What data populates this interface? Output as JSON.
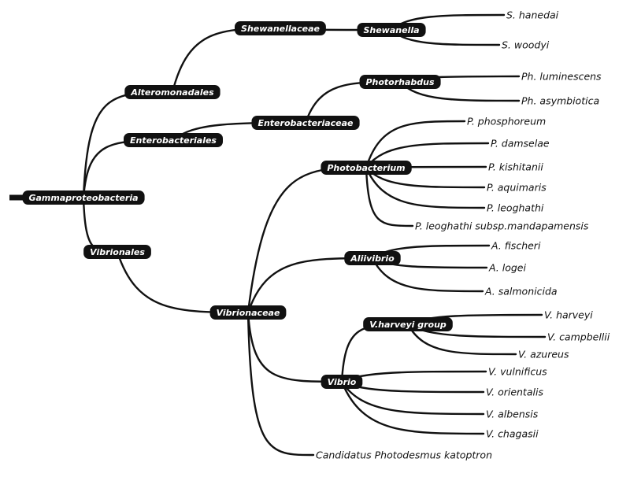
{
  "colors": {
    "line": "#111111",
    "pill": "#111111",
    "pill_text": "#ffffff",
    "leaf_text": "#111111",
    "background": "#ffffff"
  },
  "tree": {
    "nodes": [
      {
        "id": "gamma",
        "label": "Gammaproteobacteria",
        "kind": "pill"
      },
      {
        "id": "altero",
        "label": "Alteromonadales",
        "kind": "pill"
      },
      {
        "id": "entero",
        "label": "Enterobacteriales",
        "kind": "pill"
      },
      {
        "id": "vibrionales",
        "label": "Vibrionales",
        "kind": "pill"
      },
      {
        "id": "shewaceae",
        "label": "Shewanellaceae",
        "kind": "pill"
      },
      {
        "id": "shewanella",
        "label": "Shewanella",
        "kind": "pill"
      },
      {
        "id": "enteroceae",
        "label": "Enterobacteriaceae",
        "kind": "pill"
      },
      {
        "id": "photorhabdus",
        "label": "Photorhabdus",
        "kind": "pill"
      },
      {
        "id": "vibrionaceae",
        "label": "Vibrionaceae",
        "kind": "pill"
      },
      {
        "id": "photobacterium",
        "label": "Photobacterium",
        "kind": "pill"
      },
      {
        "id": "aliivibrio",
        "label": "Aliivibrio",
        "kind": "pill"
      },
      {
        "id": "vibrio",
        "label": "Vibrio",
        "kind": "pill"
      },
      {
        "id": "vharveyi",
        "label": "V.harveyi group",
        "kind": "pill"
      },
      {
        "id": "s_hanedai",
        "label": "S. hanedai",
        "kind": "leaf"
      },
      {
        "id": "s_woodyi",
        "label": "S. woodyi",
        "kind": "leaf"
      },
      {
        "id": "ph_lum",
        "label": "Ph. luminescens",
        "kind": "leaf"
      },
      {
        "id": "ph_asym",
        "label": "Ph. asymbiotica",
        "kind": "leaf"
      },
      {
        "id": "p_phos",
        "label": "P. phosphoreum",
        "kind": "leaf"
      },
      {
        "id": "p_dams",
        "label": "P. damselae",
        "kind": "leaf"
      },
      {
        "id": "p_kish",
        "label": "P. kishitanii",
        "kind": "leaf"
      },
      {
        "id": "p_aqui",
        "label": "P. aquimaris",
        "kind": "leaf"
      },
      {
        "id": "p_leog",
        "label": "P. leoghathi",
        "kind": "leaf"
      },
      {
        "id": "p_leog_m",
        "label": "P. leoghathi subsp.mandapamensis",
        "kind": "leaf"
      },
      {
        "id": "a_fisch",
        "label": "A. fischeri",
        "kind": "leaf"
      },
      {
        "id": "a_logei",
        "label": "A. logei",
        "kind": "leaf"
      },
      {
        "id": "a_salmo",
        "label": "A. salmonicida",
        "kind": "leaf"
      },
      {
        "id": "v_harv",
        "label": "V. harveyi",
        "kind": "leaf"
      },
      {
        "id": "v_camp",
        "label": "V. campbellii",
        "kind": "leaf"
      },
      {
        "id": "v_azur",
        "label": "V. azureus",
        "kind": "leaf"
      },
      {
        "id": "v_vuln",
        "label": "V. vulnificus",
        "kind": "leaf"
      },
      {
        "id": "v_orie",
        "label": "V. orientalis",
        "kind": "leaf"
      },
      {
        "id": "v_albe",
        "label": "V. albensis",
        "kind": "leaf"
      },
      {
        "id": "v_chag",
        "label": "V. chagasii",
        "kind": "leaf"
      },
      {
        "id": "cand",
        "label": "Candidatus Photodesmus katoptron",
        "kind": "leaf"
      }
    ],
    "edges": [
      [
        "gamma",
        "altero"
      ],
      [
        "gamma",
        "entero"
      ],
      [
        "gamma",
        "vibrionales"
      ],
      [
        "altero",
        "shewaceae"
      ],
      [
        "shewaceae",
        "shewanella"
      ],
      [
        "shewanella",
        "s_hanedai"
      ],
      [
        "shewanella",
        "s_woodyi"
      ],
      [
        "entero",
        "enteroceae"
      ],
      [
        "enteroceae",
        "photorhabdus"
      ],
      [
        "photorhabdus",
        "ph_lum"
      ],
      [
        "photorhabdus",
        "ph_asym"
      ],
      [
        "vibrionales",
        "vibrionaceae"
      ],
      [
        "vibrionaceae",
        "photobacterium"
      ],
      [
        "vibrionaceae",
        "aliivibrio"
      ],
      [
        "vibrionaceae",
        "vibrio"
      ],
      [
        "vibrionaceae",
        "cand"
      ],
      [
        "photobacterium",
        "p_phos"
      ],
      [
        "photobacterium",
        "p_dams"
      ],
      [
        "photobacterium",
        "p_kish"
      ],
      [
        "photobacterium",
        "p_aqui"
      ],
      [
        "photobacterium",
        "p_leog"
      ],
      [
        "photobacterium",
        "p_leog_m"
      ],
      [
        "aliivibrio",
        "a_fisch"
      ],
      [
        "aliivibrio",
        "a_logei"
      ],
      [
        "aliivibrio",
        "a_salmo"
      ],
      [
        "vibrio",
        "vharveyi"
      ],
      [
        "vibrio",
        "v_vuln"
      ],
      [
        "vibrio",
        "v_orie"
      ],
      [
        "vibrio",
        "v_albe"
      ],
      [
        "vibrio",
        "v_chag"
      ],
      [
        "vharveyi",
        "v_harv"
      ],
      [
        "vharveyi",
        "v_camp"
      ],
      [
        "vharveyi",
        "v_azur"
      ]
    ]
  }
}
